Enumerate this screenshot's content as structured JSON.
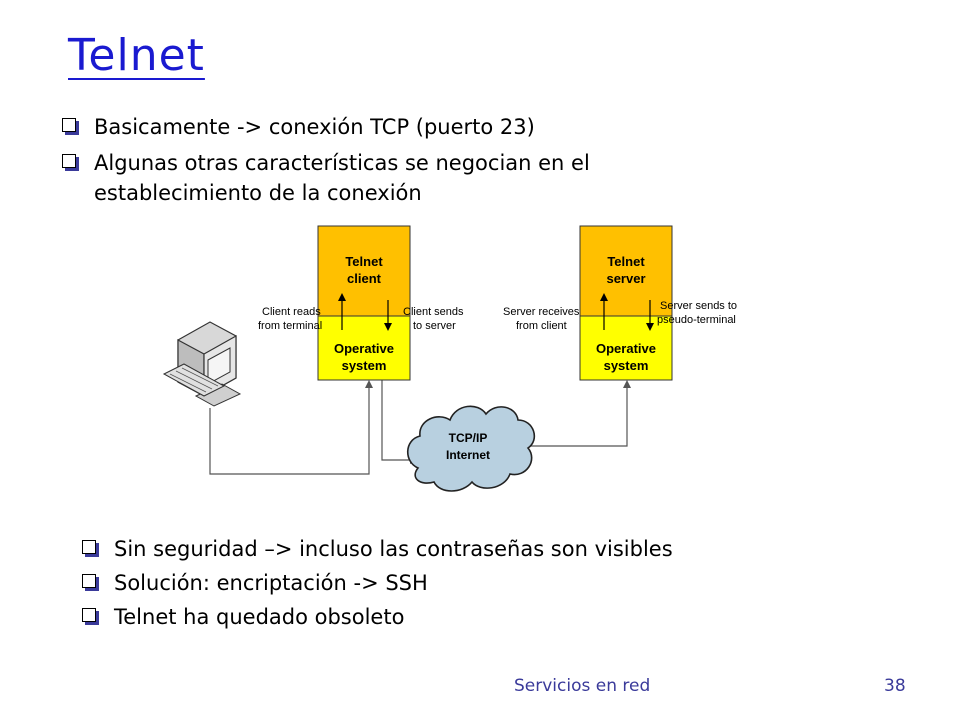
{
  "slide": {
    "title": "Telnet",
    "top_bullets": [
      "Basicamente -> conexión TCP (puerto 23)",
      "Algunas otras características se negocian en el establecimiento de la conexión"
    ],
    "bottom_bullets": [
      "Sin seguridad –> incluso las contraseñas son visibles",
      "Solución: encriptación -> SSH",
      "Telnet ha quedado obsoleto"
    ],
    "footer": {
      "section": "Servicios en red",
      "page_number": "38"
    }
  },
  "diagram": {
    "client_app": [
      "Telnet",
      "client"
    ],
    "client_os": [
      "Operative",
      "system"
    ],
    "server_app": [
      "Telnet",
      "server"
    ],
    "server_os": [
      "Operative",
      "system"
    ],
    "network": [
      "TCP/IP",
      "Internet"
    ],
    "client_reads": [
      "Client reads",
      "from terminal"
    ],
    "client_sends": [
      "Client sends",
      "to server"
    ],
    "server_receives": [
      "Server receives",
      "from client"
    ],
    "server_sends": [
      "Server sends to",
      "pseudo-terminal"
    ],
    "colors": {
      "app_box": "#ffc000",
      "os_box": "#ffff00",
      "cloud": "#b8d0e0",
      "title": "#1a1ad0",
      "footer": "#3a3a9a"
    }
  }
}
